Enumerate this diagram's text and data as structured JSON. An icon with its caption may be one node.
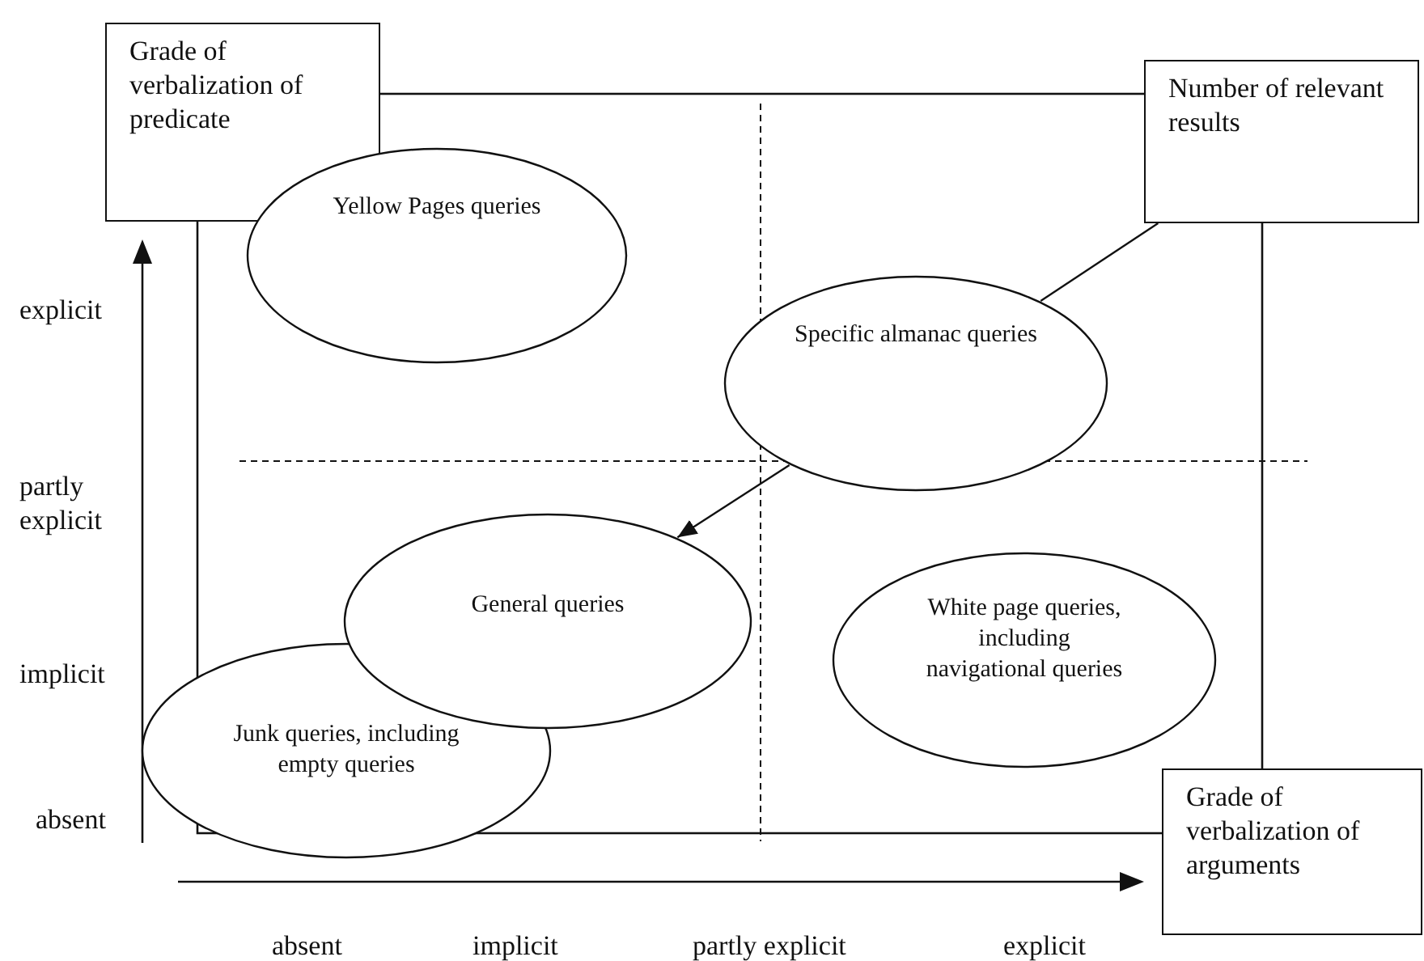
{
  "diagram": {
    "nodes": [
      {
        "text": [
          "Grade of verbalization of predicate"
        ]
      },
      {
        "text": [
          "Number of relevant results"
        ]
      },
      {
        "text": [
          "Yellow Pages queries"
        ]
      },
      {
        "text": [
          "Specific almanac queries"
        ]
      },
      {
        "text": [
          "General queries"
        ]
      },
      {
        "text": [
          "White page queries, including navigational queries"
        ]
      },
      {
        "text": [
          "Junk queries, including empty queries"
        ]
      },
      {
        "text": [
          "Grade of verbalization of arguments"
        ]
      }
    ],
    "edges": [
      {
        "from": 1,
        "to": 3,
        "arrow": "none"
      },
      {
        "from": 3,
        "to": 4,
        "arrow": "to"
      }
    ],
    "labels": [
      "explicit",
      "partly explicit",
      "implicit",
      "absent",
      "absent",
      "implicit",
      "partly explicit",
      "explicit"
    ]
  }
}
